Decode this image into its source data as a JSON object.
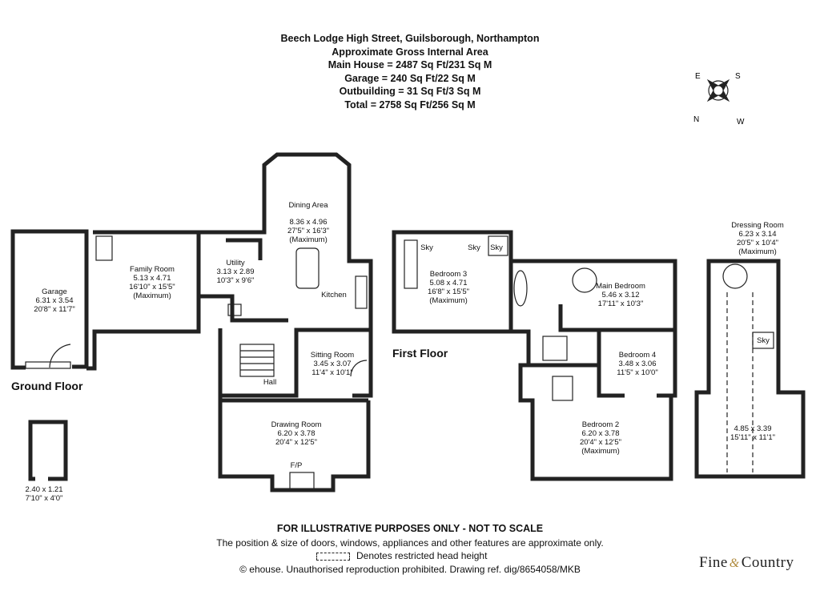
{
  "header": {
    "address": "Beech Lodge High Street, Guilsborough, Northampton",
    "area_title": "Approximate Gross Internal Area",
    "main_house": "Main House = 2487 Sq Ft/231 Sq M",
    "garage": "Garage = 240 Sq Ft/22 Sq M",
    "outbuilding": "Outbuilding = 31 Sq Ft/3 Sq M",
    "total": "Total = 2758 Sq Ft/256 Sq M"
  },
  "compass": {
    "e": "E",
    "s": "S",
    "n": "N",
    "w": "W"
  },
  "floors": {
    "ground": "Ground Floor",
    "first": "First Floor"
  },
  "rooms": {
    "garage": {
      "name": "Garage",
      "metric": "6.31 x 3.54",
      "imperial": "20'8\" x 11'7\""
    },
    "family": {
      "name": "Family Room",
      "metric": "5.13 x 4.71",
      "imperial": "16'10\" x 15'5\"",
      "note": "(Maximum)"
    },
    "utility": {
      "name": "Utility",
      "metric": "3.13 x 2.89",
      "imperial": "10'3\" x 9'6\""
    },
    "dining": {
      "name": "Dining Area",
      "metric": "8.36 x 4.96",
      "imperial": "27'5\" x 16'3\"",
      "note": "(Maximum)"
    },
    "kitchen": {
      "name": "Kitchen"
    },
    "sitting": {
      "name": "Sitting Room",
      "metric": "3.45 x 3.07",
      "imperial": "11'4\" x 10'1\""
    },
    "hall": {
      "name": "Hall"
    },
    "drawing": {
      "name": "Drawing Room",
      "metric": "6.20 x 3.78",
      "imperial": "20'4\" x 12'5\""
    },
    "fp": {
      "name": "F/P"
    },
    "outbuilding": {
      "metric": "2.40 x 1.21",
      "imperial": "7'10\" x 4'0\""
    },
    "bedroom3": {
      "name": "Bedroom 3",
      "metric": "5.08 x 4.71",
      "imperial": "16'8\" x 15'5\"",
      "note": "(Maximum)"
    },
    "main_bedroom": {
      "name": "Main Bedroom",
      "metric": "5.46 x 3.12",
      "imperial": "17'11\" x 10'3\""
    },
    "bedroom4": {
      "name": "Bedroom 4",
      "metric": "3.48 x 3.06",
      "imperial": "11'5\" x 10'0\""
    },
    "bedroom2": {
      "name": "Bedroom 2",
      "metric": "6.20 x 3.78",
      "imperial": "20'4\" x 12'5\"",
      "note": "(Maximum)"
    },
    "dressing": {
      "name": "Dressing Room",
      "metric": "6.23 x 3.14",
      "imperial": "20'5\" x 10'4\"",
      "note": "(Maximum)"
    },
    "second": {
      "metric": "4.85 x 3.39",
      "imperial": "15'11\" x 11'1\""
    }
  },
  "sky": "Sky",
  "footer": {
    "disclaimer": "FOR ILLUSTRATIVE PURPOSES ONLY - NOT TO SCALE",
    "position_note": "The position & size of doors, windows, appliances and other features are approximate only.",
    "legend": "Denotes restricted head height",
    "copyright": "© ehouse. Unauthorised reproduction prohibited. Drawing ref. dig/8654058/MKB"
  },
  "logo": {
    "part1": "Fine",
    "amp": "&",
    "part2": "Country"
  }
}
